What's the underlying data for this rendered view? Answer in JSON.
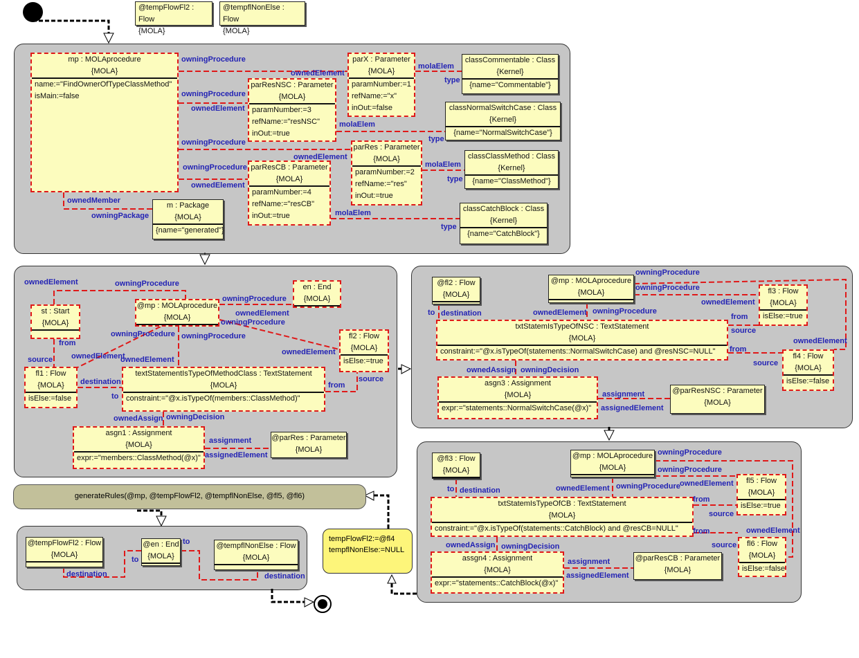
{
  "header_boxes": [
    {
      "title": "@tempFlowFl2 : Flow",
      "kind": "{MOLA}"
    },
    {
      "title": "@tempflNonElse : Flow",
      "kind": "{MOLA}"
    }
  ],
  "r1": {
    "mp": {
      "title": "mp : MOLAprocedure",
      "kind": "{MOLA}",
      "a1": "name:=\"FindOwnerOfTypeClassMethod\"",
      "a2": "isMain:=false"
    },
    "parx": {
      "title": "parX : Parameter",
      "kind": "{MOLA}",
      "a1": "paramNumber:=1",
      "a2": "refName:=\"x\"",
      "a3": "inOut:=false"
    },
    "parresnsc": {
      "title": "parResNSC : Parameter",
      "kind": "{MOLA}",
      "a1": "paramNumber:=3",
      "a2": "refName:=\"resNSC\"",
      "a3": "inOut:=true"
    },
    "parres": {
      "title": "parRes : Parameter",
      "kind": "{MOLA}",
      "a1": "paramNumber:=2",
      "a2": "refName:=\"res\"",
      "a3": "inOut:=true"
    },
    "parrescb": {
      "title": "parResCB : Parameter",
      "kind": "{MOLA}",
      "a1": "paramNumber:=4",
      "a2": "refName:=\"resCB\"",
      "a3": "inOut:=true"
    },
    "m": {
      "title": "m : Package",
      "kind": "{MOLA}",
      "a1": "{name=\"generated\"}"
    },
    "cc": {
      "title": "classCommentable : Class",
      "kind": "{Kernel}",
      "a1": "{name=\"Commentable\"}"
    },
    "cnsc": {
      "title": "classNormalSwitchCase : Class",
      "kind": "{Kernel}",
      "a1": "{name=\"NormalSwitchCase\"}"
    },
    "ccm": {
      "title": "classClassMethod : Class",
      "kind": "{Kernel}",
      "a1": "{name=\"ClassMethod\"}"
    },
    "ccb": {
      "title": "classCatchBlock : Class",
      "kind": "{Kernel}",
      "a1": "{name=\"CatchBlock\"}"
    }
  },
  "r2": {
    "st": {
      "title": "st : Start",
      "kind": "{MOLA}"
    },
    "mp": {
      "title": "@mp : MOLAprocedure",
      "kind": "{MOLA}"
    },
    "en": {
      "title": "en : End",
      "kind": "{MOLA}"
    },
    "fl2": {
      "title": "fl2 : Flow",
      "kind": "{MOLA}",
      "a1": "isElse:=true"
    },
    "fl1": {
      "title": "fl1 : Flow",
      "kind": "{MOLA}",
      "a1": "isElse:=false"
    },
    "txt": {
      "title": "textStatementIsTypeOfMethodClass : TextStatement",
      "kind": "{MOLA}",
      "a1": "constraint:=\"@x.isTypeOf(members::ClassMethod)\""
    },
    "asgn": {
      "title": "asgn1 : Assignment",
      "kind": "{MOLA}",
      "a1": "expr:=\"members::ClassMethod(@x)\""
    },
    "parres": {
      "title": "@parRes : Parameter",
      "kind": "{MOLA}"
    }
  },
  "r3": {
    "fl2": {
      "title": "@fl2 : Flow",
      "kind": "{MOLA}"
    },
    "mp": {
      "title": "@mp : MOLAprocedure",
      "kind": "{MOLA}"
    },
    "fl3": {
      "title": "fl3 : Flow",
      "kind": "{MOLA}",
      "a1": "isElse:=true"
    },
    "txt": {
      "title": "txtStatemIsTypeOfNSC : TextStatement",
      "kind": "{MOLA}",
      "a1": "constraint:=\"@x.isTypeOf(statements::NormalSwitchCase) and @resNSC=NULL\""
    },
    "fl4": {
      "title": "fl4 : Flow",
      "kind": "{MOLA}",
      "a1": "isElse:=false"
    },
    "asgn": {
      "title": "asgn3 : Assignment",
      "kind": "{MOLA}",
      "a1": "expr:=\"statements::NormalSwitchCase(@x)\""
    },
    "par": {
      "title": "@parResNSC : Parameter",
      "kind": "{MOLA}"
    }
  },
  "r4": {
    "fl3": {
      "title": "@fl3 : Flow",
      "kind": "{MOLA}"
    },
    "mp": {
      "title": "@mp : MOLAprocedure",
      "kind": "{MOLA}"
    },
    "fl5": {
      "title": "fl5 : Flow",
      "kind": "{MOLA}",
      "a1": "isElse:=true"
    },
    "txt": {
      "title": "txtStatemIsTypeOfCB : TextStatement",
      "kind": "{MOLA}",
      "a1": "constraint:=\"@x.isTypeOf(statements::CatchBlock) and @resCB=NULL\""
    },
    "fl6": {
      "title": "fl6 : Flow",
      "kind": "{MOLA}",
      "a1": "isElse:=false"
    },
    "asgn": {
      "title": "assgn4 : Assignment",
      "kind": "{MOLA}",
      "a1": "expr:=\"statements::CatchBlock(@x)\""
    },
    "par": {
      "title": "@parResCB : Parameter",
      "kind": "{MOLA}"
    }
  },
  "r5": {
    "tf": {
      "title": "@tempFlowFl2 : Flow",
      "kind": "{MOLA}"
    },
    "en": {
      "title": "@en : End",
      "kind": "{MOLA}"
    },
    "tn": {
      "title": "@tempflNonElse : Flow",
      "kind": "{MOLA}"
    }
  },
  "call": {
    "text": "generateRules(@mp, @tempFlowFl2, @tempflNonElse, @fl5, @fl6)"
  },
  "assign_action": {
    "line1": "tempFlowFl2:=@fl4",
    "line2": "tempflNonElse:=NULL"
  },
  "labels": {
    "owningProcedure": "owningProcedure",
    "ownedElement": "ownedElement",
    "molaElem": "molaElem",
    "type": "type",
    "ownedMember": "ownedMember",
    "owningPackage": "owningPackage",
    "from": "from",
    "source": "source",
    "destination": "destination",
    "to": "to",
    "ownedAssign": "ownedAssign",
    "owningDecision": "owningDecision",
    "assignment": "assignment",
    "assignedElement": "assignedElement"
  }
}
